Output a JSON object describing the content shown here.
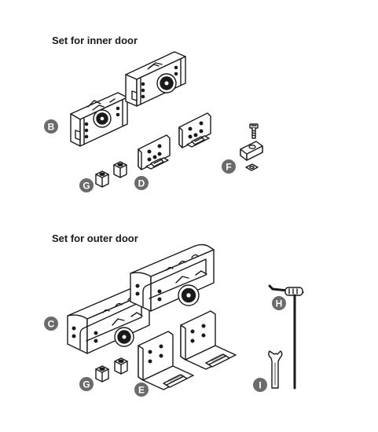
{
  "sections": {
    "inner": {
      "title": "Set for inner door"
    },
    "outer": {
      "title": "Set for outer door"
    }
  },
  "badges": {
    "B": "B",
    "G1": "G",
    "D": "D",
    "F": "F",
    "C": "C",
    "G2": "G",
    "E": "E",
    "H": "H",
    "I": "I"
  },
  "colors": {
    "line": "#1a1a1a",
    "badge": "#6b6b6b",
    "fill": "#ffffff"
  }
}
